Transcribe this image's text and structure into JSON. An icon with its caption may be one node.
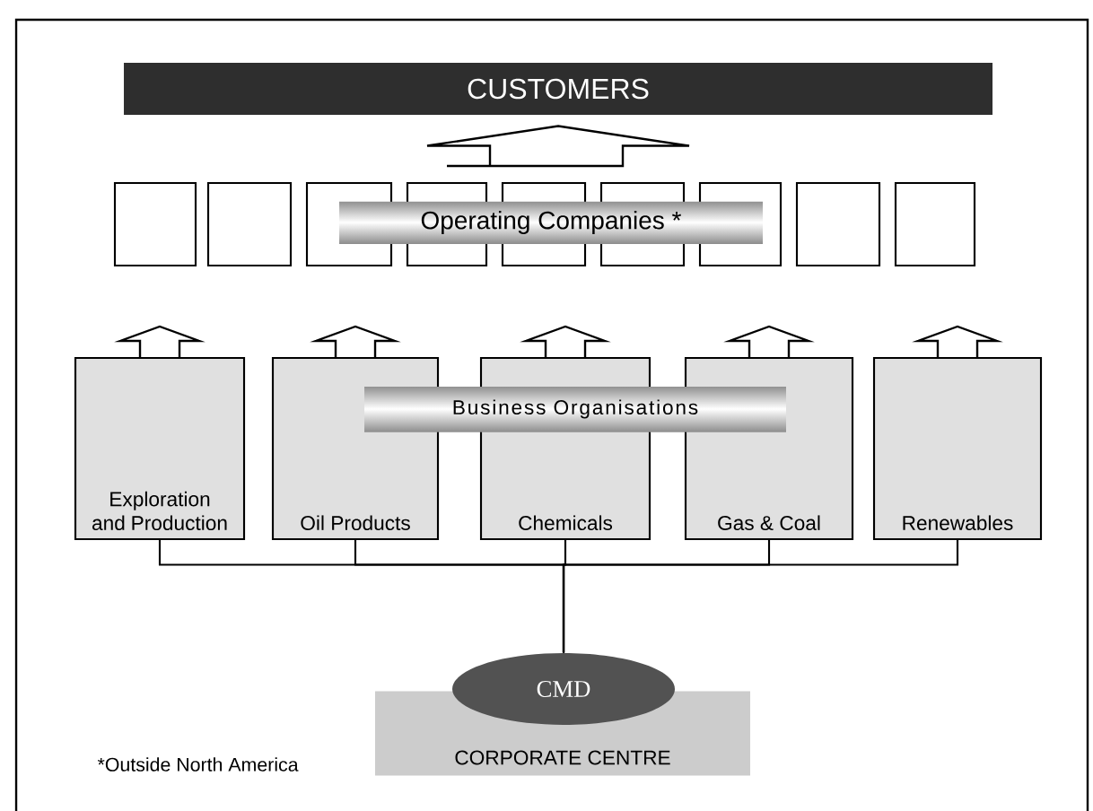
{
  "diagram": {
    "nodes": [
      {
        "text": [
          "CUSTOMERS"
        ]
      },
      {
        "text": [],
        "shape": "box"
      },
      {
        "text": [],
        "shape": "box"
      },
      {
        "text": [],
        "shape": "box"
      },
      {
        "text": [],
        "shape": "box"
      },
      {
        "text": [],
        "shape": "box"
      },
      {
        "text": [],
        "shape": "box"
      },
      {
        "text": [],
        "shape": "box"
      },
      {
        "text": [],
        "shape": "box"
      },
      {
        "text": [],
        "shape": "box"
      },
      {
        "text": [
          "Operating Companies *"
        ]
      },
      {
        "text": [
          "Exploration and Production"
        ]
      },
      {
        "text": [
          "Oil Products"
        ]
      },
      {
        "text": [
          "Chemicals"
        ]
      },
      {
        "text": [
          "Gas & Coal"
        ]
      },
      {
        "text": [
          "Renewables"
        ]
      },
      {
        "text": [
          "Business Organisations"
        ]
      },
      {
        "text": [
          "CMD"
        ]
      },
      {
        "text": [
          "CORPORATE CENTRE"
        ]
      }
    ],
    "edges": [
      {
        "from": 10,
        "to": 0,
        "arrow": "to"
      },
      {
        "from": 11,
        "to": null,
        "arrow": "to"
      },
      {
        "from": 12,
        "to": null,
        "arrow": "to"
      },
      {
        "from": 13,
        "to": null,
        "arrow": "to"
      },
      {
        "from": 14,
        "to": null,
        "arrow": "to"
      },
      {
        "from": 15,
        "to": null,
        "arrow": "to"
      },
      {
        "from": 17,
        "to": 11,
        "arrow": "none"
      },
      {
        "from": 17,
        "to": 12,
        "arrow": "none"
      },
      {
        "from": 17,
        "to": 13,
        "arrow": "none"
      },
      {
        "from": 17,
        "to": 14,
        "arrow": "none"
      },
      {
        "from": 17,
        "to": 15,
        "arrow": "none"
      }
    ],
    "labels": [
      "*Outside North America"
    ]
  }
}
